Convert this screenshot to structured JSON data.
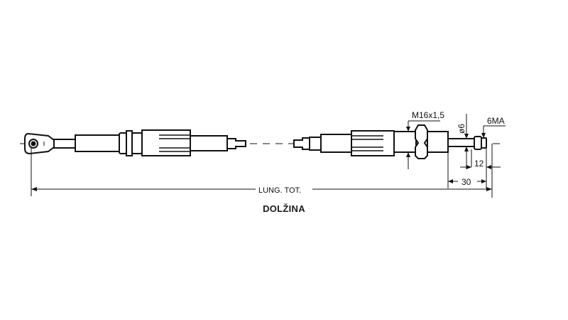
{
  "drawing": {
    "type": "technical-drawing",
    "subject": "push-pull control cable with rod-end eyelet and threaded bulkhead fitting",
    "labels": {
      "thread": "M16x1,5",
      "rod_diameter": "ø6",
      "end_thread": "6MA",
      "dim_12": "12",
      "dim_30": "30",
      "total_length": "LUNG. TOT."
    },
    "caption": "DOLŽINA",
    "colors": {
      "line": "#111111",
      "background": "#ffffff"
    }
  }
}
